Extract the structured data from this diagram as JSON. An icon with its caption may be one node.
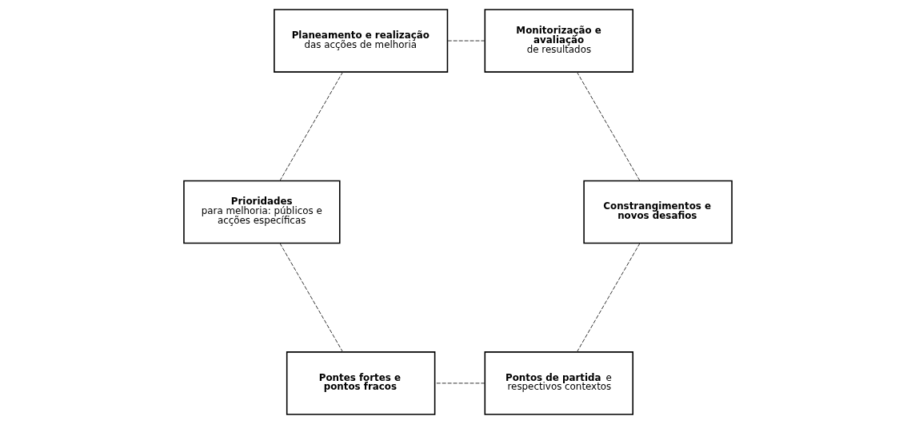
{
  "diagram": {
    "nodes": [
      {
        "text": [
          "**Pontos de partida** e respectivos contextos"
        ]
      },
      {
        "text": [
          "Pontes fortes e pontos fracos"
        ]
      },
      {
        "text": [
          "Prioridades",
          "para melhoria: públicos e acções específicas"
        ]
      },
      {
        "text": [
          "Planeamento e realização",
          "das acções de melhoria"
        ]
      },
      {
        "text": [
          "Monitorização e avaliação",
          "de resultados"
        ]
      },
      {
        "text": [
          "Constrangimentos e novos desafios"
        ]
      }
    ],
    "edges": [
      {
        "from": 0,
        "to": 1,
        "arrow": "none",
        "style": "dashed"
      },
      {
        "from": 1,
        "to": 2,
        "arrow": "none",
        "style": "dashed"
      },
      {
        "from": 2,
        "to": 3,
        "arrow": "none",
        "style": "dashed"
      },
      {
        "from": 3,
        "to": 4,
        "arrow": "none",
        "style": "dashed"
      },
      {
        "from": 4,
        "to": 5,
        "arrow": "none",
        "style": "dashed"
      },
      {
        "from": 5,
        "to": 0,
        "arrow": "none",
        "style": "dashed"
      }
    ]
  }
}
